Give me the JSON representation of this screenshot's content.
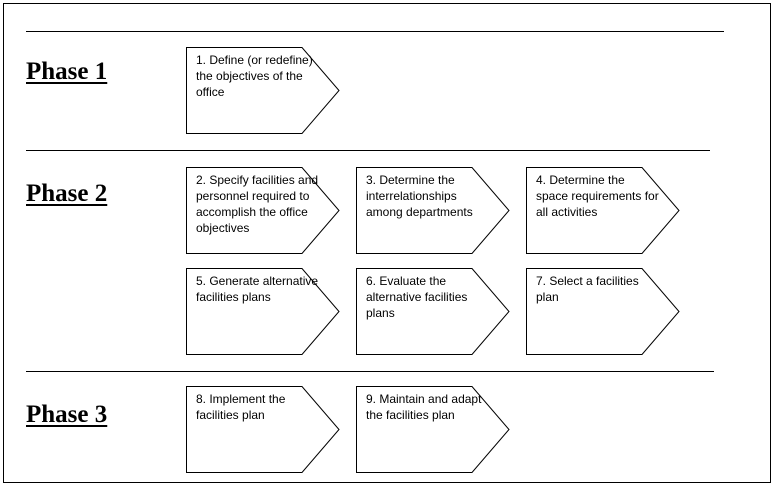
{
  "phases": [
    {
      "label": "Phase 1"
    },
    {
      "label": "Phase 2"
    },
    {
      "label": "Phase 3"
    }
  ],
  "steps": [
    {
      "text": "1. Define (or redefine) the objectives of the office"
    },
    {
      "text": "2. Specify facilities and personnel required to accomplish the office objectives"
    },
    {
      "text": "3. Determine the interrelationships among departments"
    },
    {
      "text": "4. Determine the space requirements for all activities"
    },
    {
      "text": "5. Generate alternative facilities plans"
    },
    {
      "text": "6. Evaluate the alternative facilities plans"
    },
    {
      "text": "7. Select a facilities plan"
    },
    {
      "text": "8. Implement the facilities plan"
    },
    {
      "text": "9. Maintain and adapt the facilities plan"
    }
  ]
}
